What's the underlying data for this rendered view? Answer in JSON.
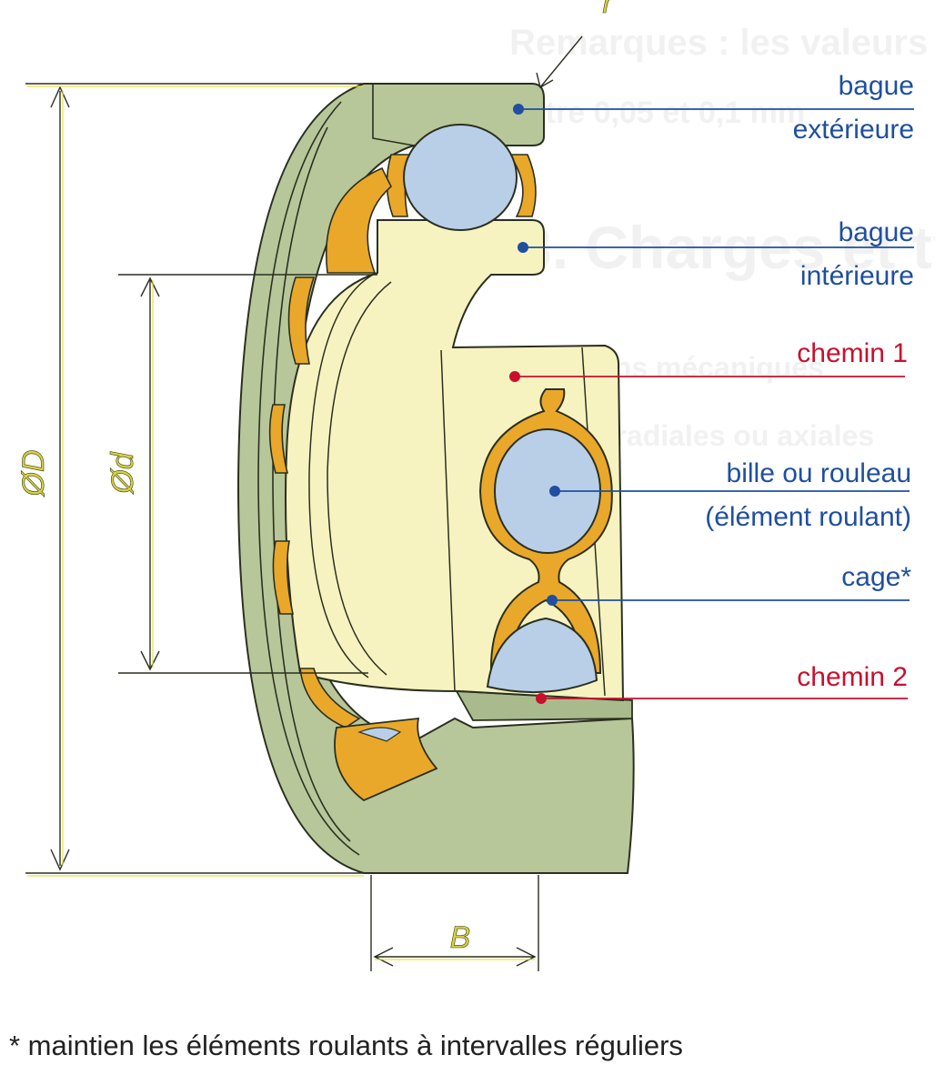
{
  "diagram": {
    "labels": {
      "outer_ring": [
        "bague",
        "extérieure"
      ],
      "inner_ring": [
        "bague",
        "intérieure"
      ],
      "raceway_1": "chemin 1",
      "rolling_element": [
        "bille ou rouleau",
        "(élément roulant)"
      ],
      "cage": "cage*",
      "raceway_2": "chemin 2"
    },
    "dimensions": {
      "outer_diameter": "ØD",
      "inner_diameter": "Ød",
      "width": "B",
      "top_marker": "r"
    },
    "footnote": "* maintien les éléments roulants à intervalles réguliers",
    "colors": {
      "ring_green": "#b7c79a",
      "inner_yellow": "#f7f3c0",
      "cage_orange": "#e9a82a",
      "ball_blue": "#b9cfe8",
      "leader_blue": "#1f4fa0",
      "leader_red": "#c8102e",
      "dimension_yellow": "#e6df2e"
    }
  }
}
